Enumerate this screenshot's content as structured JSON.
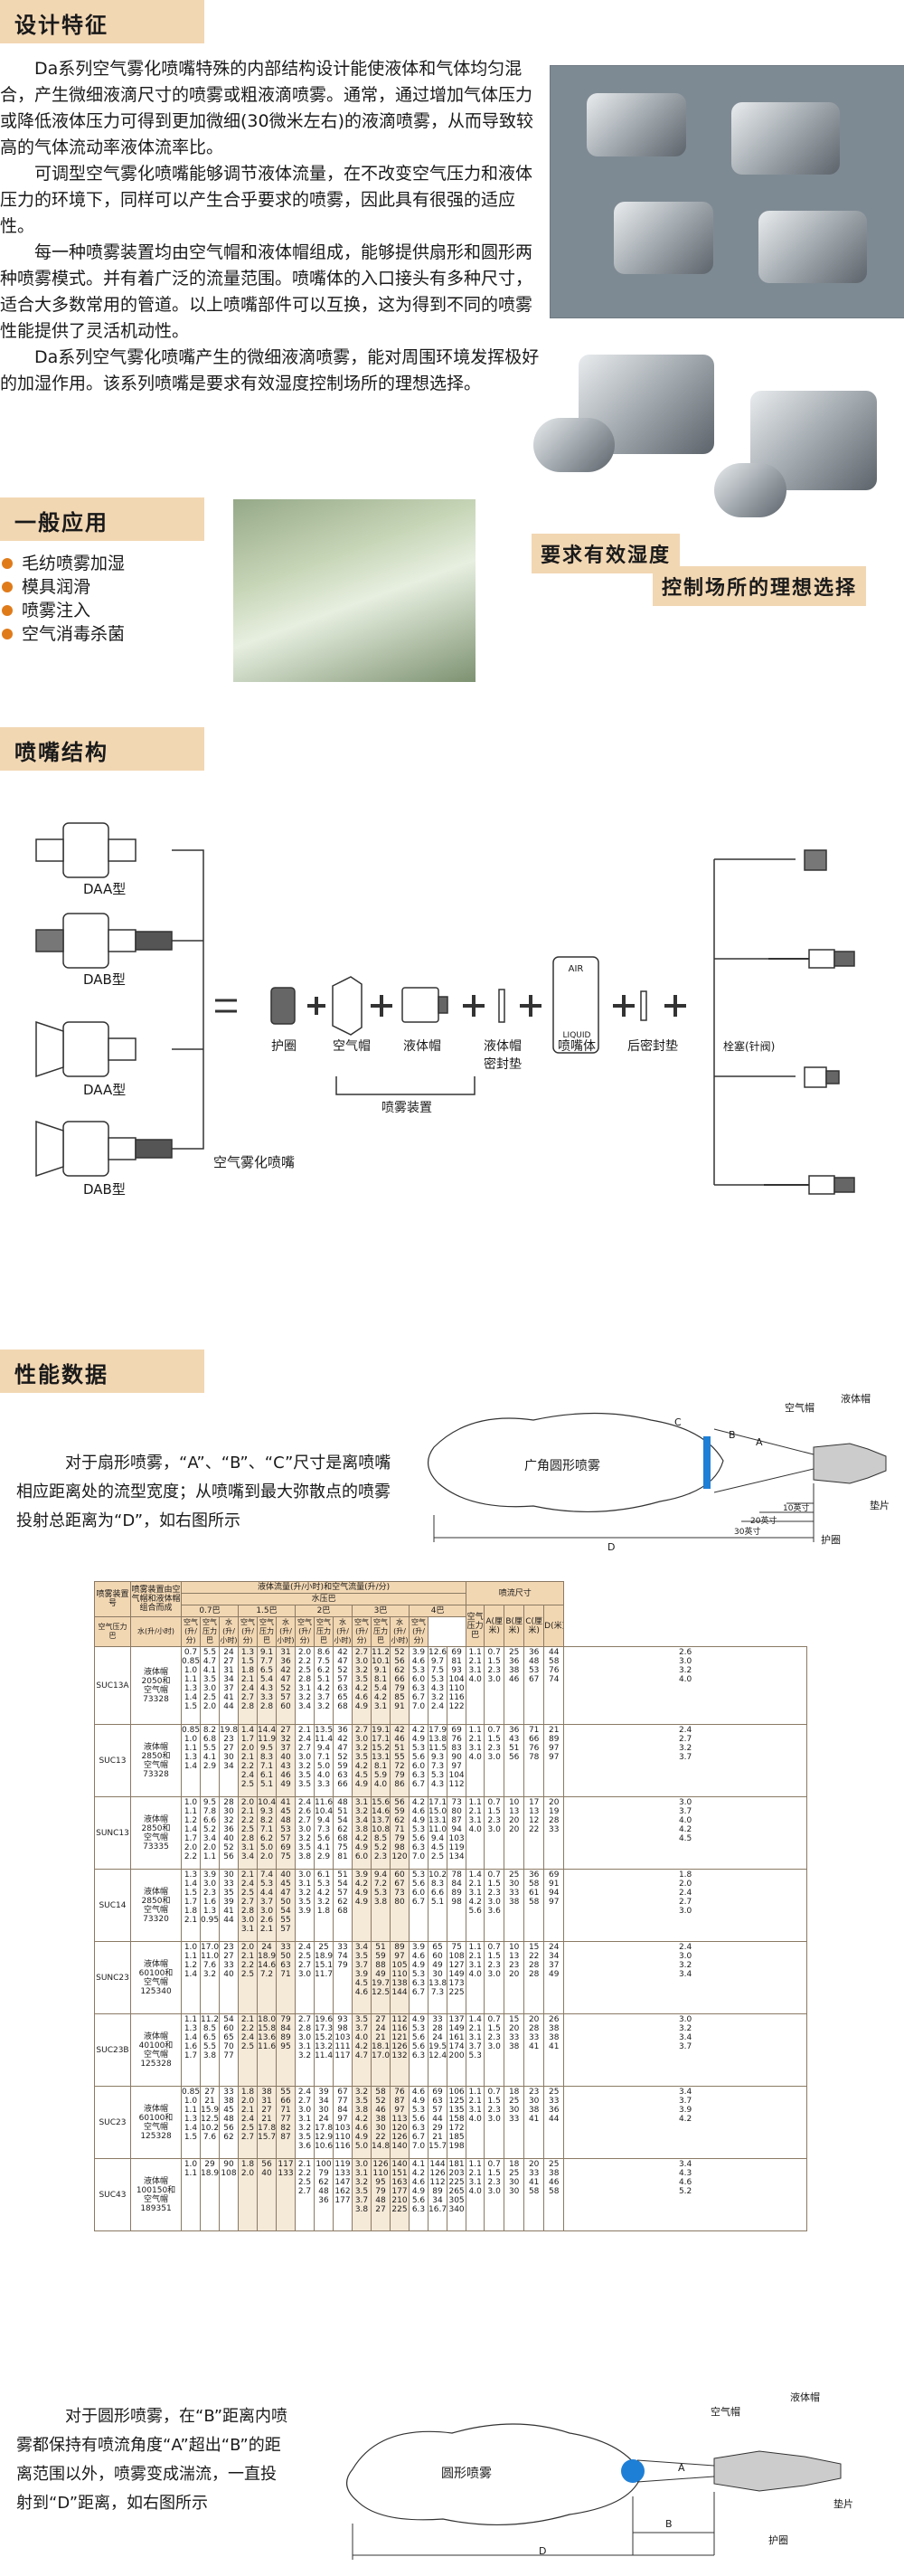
{
  "sections": {
    "design": "设计特征",
    "applications": "一般应用",
    "structure": "喷嘴结构",
    "performance": "性能数据"
  },
  "design_paragraphs": [
    "Da系列空气雾化喷嘴特殊的内部结构设计能使液体和气体均匀混合，产生微细液滴尺寸的喷雾或粗液滴喷雾。通常，通过增加气体压力或降低液体压力可得到更加微细(30微米左右)的液滴喷雾，从而导致较高的气体流动率液体流率比。",
    "可调型空气雾化喷嘴能够调节液体流量，在不改变空气压力和液体压力的环境下，同样可以产生合乎要求的喷雾，因此具有很强的适应性。",
    "每一种喷雾装置均由空气帽和液体帽组成，能够提供扇形和圆形两种喷雾模式。并有着广泛的流量范围。喷嘴体的入口接头有多种尺寸，适合大多数常用的管道。以上喷嘴部件可以互换，这为得到不同的喷雾性能提供了灵活机动性。",
    "Da系列空气雾化喷嘴产生的微细液滴喷雾，能对周围环境发挥极好的加湿作用。该系列喷嘴是要求有效湿度控制场所的理想选择。"
  ],
  "applications": [
    "毛纺喷雾加湿",
    "模具润滑",
    "喷雾注入",
    "空气消毒杀菌"
  ],
  "slogan": {
    "line1": "要求有效湿度",
    "line2": "控制场所的理想选择"
  },
  "structure": {
    "types": [
      "DAA型",
      "DAB型",
      "DAA型",
      "DAB型"
    ],
    "caption": "空气雾化喷嘴",
    "parts": [
      "护圈",
      "空气帽",
      "液体帽",
      "液体帽\n密封垫",
      "喷嘴体",
      "后密封垫"
    ],
    "spray_group": "喷雾装置",
    "body_air": "AIR",
    "body_liquid": "LIQUID",
    "plug": "栓塞(针阀)"
  },
  "fan_spray": {
    "text": "对于扇形喷雾，“A”、“B”、“C”尺寸是离喷嘴相应距离处的流型宽度；从喷嘴到最大弥散点的喷雾投射总距离为“D”，如右图所示",
    "cloud_label": "广角圆形喷雾",
    "labels": {
      "air_cap": "空气帽",
      "liquid_cap": "液体帽",
      "gasket": "垫片",
      "retainer": "护圈",
      "C": "C",
      "B": "B",
      "A": "A",
      "D": "D",
      "d1": "10英寸",
      "d2": "20英寸",
      "d3": "30英寸"
    }
  },
  "round_spray": {
    "text": "对于圆形喷雾，在“B”距离内喷雾都保持有喷流角度“A”超出“B”的距离范围以外，喷雾变成湍流，一直投射到“D”距离，如右图所示",
    "cloud_label": "圆形喷雾",
    "labels": {
      "air_cap": "空气帽",
      "liquid_cap": "液体帽",
      "gasket": "垫片",
      "retainer": "护圈",
      "A": "A",
      "B": "B",
      "D": "D"
    }
  },
  "table": {
    "h_model": "喷雾装置号",
    "h_combo": "喷雾装置由空气帽和液体帽组合而成",
    "h_flow": "液体流量(升/小时)和空气流量(升/分)",
    "h_water": "水压巴",
    "h_size": "喷流尺寸",
    "pressures": [
      "0.7巴",
      "1.5巴",
      "2巴",
      "3巴",
      "4巴"
    ],
    "sub": [
      "空气压力巴",
      "水(升/小时)",
      "空气(升/分)"
    ],
    "size_sub": [
      "空气压力巴",
      "A(厘米)",
      "B(厘米)",
      "C(厘米)",
      "D(米)"
    ],
    "rows": [
      {
        "model": "SUC13A",
        "combo": "液体帽\n2050和\n空气帽\n73328",
        "cols": [
          "0.7\n0.85\n1.0\n1.1\n1.3\n1.4\n1.5",
          "5.5\n4.7\n4.1\n3.5\n3.0\n2.5\n2.0",
          "24\n27\n31\n34\n37\n41\n44",
          "1.3\n1.5\n1.8\n2.1\n2.4\n2.7\n2.8",
          "9.1\n7.7\n6.5\n5.4\n4.3\n3.3\n2.8",
          "31\n36\n42\n47\n52\n57\n60",
          "2.0\n2.2\n2.5\n2.8\n3.1\n3.2\n3.4",
          "8.6\n7.5\n6.2\n5.1\n4.2\n3.7\n3.2",
          "42\n47\n52\n57\n63\n65\n68",
          "2.7\n3.0\n3.2\n3.5\n4.2\n4.6\n4.9",
          "11.2\n10.1\n9.1\n8.1\n5.4\n4.2\n3.1",
          "52\n56\n62\n66\n79\n85\n91",
          "3.9\n4.6\n5.3\n6.0\n6.3\n6.7\n7.0",
          "12.6\n9.7\n7.5\n5.3\n4.3\n3.2\n2.4",
          "69\n81\n93\n104\n110\n116\n122",
          "1.1\n2.1\n3.1\n4.0",
          "0.7\n1.5\n2.3\n3.0",
          "25\n36\n38\n46",
          "36\n48\n53\n67",
          "44\n58\n76\n74",
          "2.6\n3.0\n3.2\n4.0"
        ]
      },
      {
        "model": "SUC13",
        "combo": "液体帽\n2850和\n空气帽\n73328",
        "cols": [
          "0.85\n1.0\n1.1\n1.3\n1.4",
          "8.2\n6.8\n5.5\n4.1\n2.9",
          "19.8\n23\n27\n30\n34",
          "1.4\n1.7\n2.0\n2.1\n2.2\n2.4\n2.5",
          "14.4\n11.9\n9.5\n8.3\n7.1\n6.1\n5.1",
          "27\n32\n37\n40\n43\n46\n49",
          "2.1\n2.4\n2.7\n3.0\n3.2\n3.5\n3.5",
          "13.5\n11.4\n9.4\n7.1\n5.0\n4.0\n3.3",
          "36\n42\n47\n52\n59\n63\n66",
          "2.7\n3.0\n3.2\n3.5\n4.2\n4.5\n4.9",
          "19.1\n17.1\n15.2\n13.1\n8.1\n5.9\n4.0",
          "42\n46\n51\n55\n72\n79\n86",
          "4.2\n4.9\n5.3\n5.6\n6.0\n6.3\n6.7",
          "17.9\n13.8\n11.5\n9.3\n7.3\n5.3\n4.3",
          "69\n76\n83\n90\n97\n104\n112",
          "1.1\n2.1\n3.1\n4.0",
          "0.7\n1.5\n2.3\n3.0",
          "36\n43\n51\n56",
          "71\n66\n76\n78",
          "21\n89\n97\n97",
          "2.4\n2.7\n3.2\n3.7"
        ]
      },
      {
        "model": "SUNC13",
        "combo": "液体帽\n2850和\n空气帽\n73335",
        "cols": [
          "1.0\n1.1\n1.2\n1.4\n1.7\n2.0\n2.2",
          "9.5\n7.8\n6.6\n5.2\n3.4\n2.0\n1.1",
          "28\n30\n32\n36\n40\n52\n56",
          "2.0\n2.1\n2.2\n2.5\n2.8\n3.1\n3.4",
          "10.4\n9.3\n8.2\n7.1\n6.2\n5.0\n2.0",
          "41\n45\n48\n53\n57\n69\n75",
          "2.4\n2.6\n2.7\n3.0\n3.2\n3.5\n3.8",
          "11.6\n10.4\n9.4\n7.3\n5.6\n4.1\n2.9",
          "48\n51\n54\n62\n68\n75\n81",
          "3.1\n3.2\n3.4\n3.8\n4.2\n4.9\n6.0",
          "15.6\n14.6\n13.7\n10.8\n8.5\n5.2\n2.3",
          "56\n59\n62\n71\n79\n98\n120",
          "4.2\n4.6\n4.9\n5.3\n5.6\n6.3\n7.0",
          "17.1\n15.0\n13.1\n11.0\n9.4\n4.5\n2.5",
          "73\n80\n87\n94\n103\n119\n134",
          "1.1\n2.1\n3.1\n4.0",
          "0.7\n1.5\n2.3\n3.0",
          "10\n13\n20\n20",
          "17\n13\n12\n22",
          "20\n19\n28\n33",
          "3.0\n3.7\n4.0\n4.2\n4.5"
        ]
      },
      {
        "model": "SUC14",
        "combo": "液体帽\n2850和\n空气帽\n73320",
        "cols": [
          "1.3\n1.4\n1.5\n1.7\n1.8\n2.1",
          "3.9\n3.0\n2.3\n1.6\n1.3\n0.95",
          "30\n33\n35\n39\n41\n44",
          "2.1\n2.4\n2.5\n2.7\n2.8\n3.0\n3.1",
          "7.4\n5.3\n4.4\n3.7\n3.0\n2.6\n2.1",
          "40\n45\n47\n50\n54\n55\n57",
          "3.0\n3.1\n3.2\n3.5\n3.9",
          "6.1\n5.3\n4.2\n3.2\n1.8",
          "51\n54\n57\n62\n68",
          "3.9\n4.2\n4.9\n4.9",
          "9.4\n7.2\n5.3\n3.8",
          "60\n67\n73\n80",
          "5.3\n5.6\n6.0\n6.7",
          "10.2\n8.3\n6.6\n5.1",
          "78\n84\n89\n98",
          "1.4\n2.1\n3.1\n4.2\n5.6",
          "0.7\n1.5\n2.3\n3.0\n3.6",
          "25\n30\n33\n38",
          "36\n58\n61\n58",
          "69\n91\n94\n97",
          "1.8\n2.0\n2.4\n2.7\n3.0"
        ]
      },
      {
        "model": "SUNC23",
        "combo": "液体帽\n60100和\n空气帽\n125340",
        "cols": [
          "1.0\n1.1\n1.2\n1.4",
          "17.0\n11.0\n7.6\n3.2",
          "23\n27\n33\n40",
          "2.0\n2.1\n2.2\n2.5",
          "24\n18.9\n14.6\n7.2",
          "33\n50\n63\n71",
          "2.4\n2.5\n2.7\n3.0",
          "25\n18.9\n15.1\n11.7",
          "33\n74\n79",
          "3.4\n3.5\n3.7\n3.9\n4.5\n4.6",
          "51\n59\n88\n49\n19.7\n12.5",
          "89\n97\n105\n110\n138\n144",
          "3.9\n4.6\n4.9\n5.3\n6.3\n6.7",
          "65\n60\n49\n30\n13.8\n7.3",
          "75\n108\n127\n149\n173\n225",
          "1.1\n2.1\n3.1\n4.0",
          "0.7\n1.5\n2.3\n3.0",
          "10\n13\n23\n20",
          "15\n22\n28\n28",
          "24\n34\n37\n49",
          "2.4\n3.0\n3.2\n3.4"
        ]
      },
      {
        "model": "SUC23B",
        "combo": "液体帽\n40100和\n空气帽\n125328",
        "cols": [
          "1.1\n1.3\n1.4\n1.6\n1.7",
          "11.2\n8.5\n6.5\n5.5\n3.8",
          "54\n60\n65\n70\n77",
          "2.1\n2.2\n2.4\n2.5",
          "18.0\n15.8\n13.6\n11.6",
          "79\n84\n89\n95",
          "2.7\n2.8\n3.0\n3.1\n3.2",
          "19.6\n17.3\n15.2\n13.2\n11.4",
          "93\n98\n103\n111\n117",
          "3.5\n3.7\n4.0\n4.2\n4.7",
          "27\n24\n21\n18.1\n17.0",
          "112\n116\n121\n126\n132",
          "4.9\n5.3\n5.6\n5.6\n6.3",
          "33\n28\n24\n19.5\n12.4",
          "137\n149\n161\n174\n200",
          "1.4\n2.1\n3.1\n3.7\n5.3",
          "0.7\n1.5\n2.3\n3.0",
          "15\n20\n33\n38",
          "20\n28\n33\n41",
          "26\n38\n38\n41",
          "3.0\n3.2\n3.4\n3.7"
        ]
      },
      {
        "model": "SUC23",
        "combo": "液体帽\n60100和\n空气帽\n125328",
        "cols": [
          "0.85\n1.0\n1.1\n1.3\n1.4\n1.5",
          "27\n21\n15.9\n12.5\n10.2\n7.6",
          "33\n38\n45\n48\n56\n62",
          "1.8\n2.0\n2.1\n2.4\n2.5\n2.7",
          "38\n31\n27\n21\n17.8\n15.7",
          "55\n66\n71\n77\n82\n87",
          "2.4\n2.7\n3.0\n3.1\n3.2\n3.5\n3.6",
          "39\n34\n30\n24\n17.8\n12.9\n10.6",
          "67\n77\n84\n97\n103\n110\n116",
          "3.2\n3.5\n3.8\n4.2\n4.6\n4.9\n5.0",
          "58\n52\n46\n38\n30\n22\n14.8",
          "76\n87\n97\n113\n120\n126\n140",
          "4.6\n4.9\n5.3\n5.6\n6.3\n6.7\n7.0",
          "69\n63\n57\n44\n29\n21\n15.7",
          "106\n125\n135\n158\n172\n185\n198",
          "1.1\n2.1\n3.1\n4.0",
          "0.7\n1.5\n2.3\n3.0",
          "18\n25\n30\n33",
          "23\n30\n38\n41",
          "25\n33\n36\n44",
          "3.4\n3.7\n3.9\n4.2"
        ]
      },
      {
        "model": "SUC43",
        "combo": "液体帽\n100150和\n空气帽\n189351",
        "cols": [
          "1.0\n1.1",
          "29\n18.9",
          "90\n108",
          "1.8\n2.0",
          "56\n40",
          "117\n133",
          "2.1\n2.2\n2.5\n2.7",
          "100\n79\n62\n48\n36",
          "119\n133\n147\n162\n177",
          "3.0\n3.1\n3.2\n3.5\n3.7\n3.8",
          "126\n110\n95\n79\n48\n27",
          "140\n151\n163\n177\n210\n225",
          "4.1\n4.2\n4.6\n4.9\n5.6\n6.3",
          "144\n126\n112\n89\n34\n16.7",
          "181\n203\n225\n265\n305\n340",
          "1.1\n2.1\n3.1\n4.0",
          "0.7\n1.5\n2.3\n3.0",
          "18\n25\n30\n30",
          "20\n33\n41\n58",
          "25\n38\n46\n58",
          "3.4\n4.3\n4.6\n5.2"
        ]
      }
    ]
  },
  "colors": {
    "section_bar": "#f2d7b3",
    "bullet": "#e07b1a",
    "spray_blue": "#1e7fd6"
  }
}
